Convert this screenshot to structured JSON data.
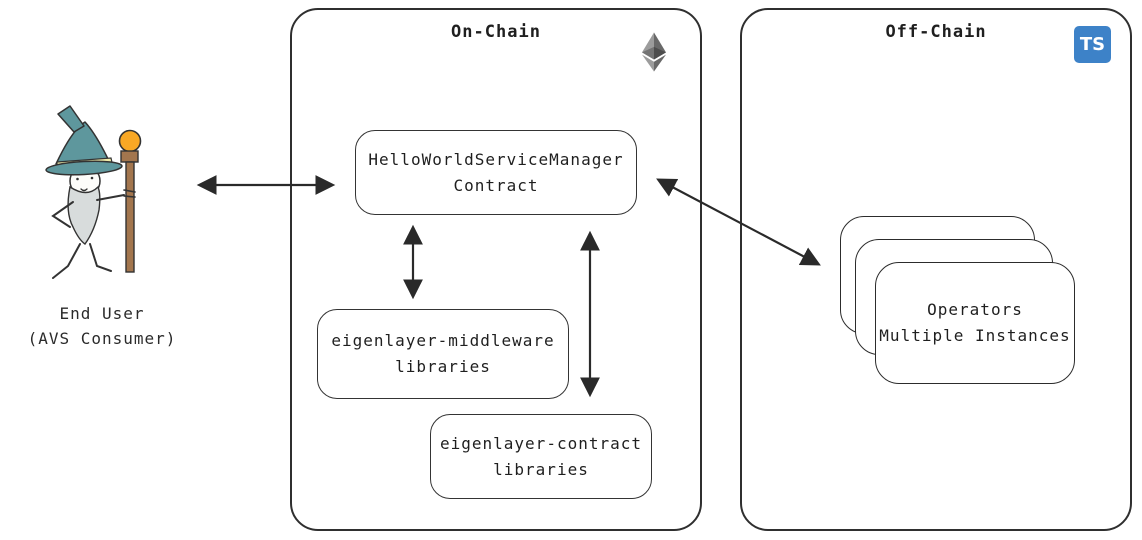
{
  "end_user": {
    "label_line1": "End User",
    "label_line2": "(AVS Consumer)"
  },
  "on_chain": {
    "title": "On-Chain",
    "service_manager_box": {
      "line1": "HelloWorldServiceManager",
      "line2": "Contract"
    },
    "middleware_box": {
      "line1": "eigenlayer-middleware",
      "line2": "libraries"
    },
    "contract_box": {
      "line1": "eigenlayer-contract",
      "line2": "libraries"
    }
  },
  "off_chain": {
    "title": "Off-Chain",
    "ts_icon_label": "TS",
    "operators_box": {
      "line1": "Operators",
      "line2": "Multiple Instances"
    }
  },
  "icons": {
    "eth": "ethereum-logo",
    "ts": "typescript-logo",
    "wizard": "wizard-end-user"
  },
  "colors": {
    "stroke": "#2f2f2f",
    "arrow": "#2a2a2a",
    "text": "#1f1f1f",
    "ts_blue": "#3d82c8",
    "hat_teal": "#5e979d",
    "hat_band_yellow": "#f2edaa",
    "beard_gray": "#d8dcdc",
    "staff_brown": "#a3764e",
    "orb_orange": "#f9a825",
    "eth_dark": "#696969",
    "eth_mid": "#9c9c9c",
    "eth_front": "#4d4d4d"
  }
}
